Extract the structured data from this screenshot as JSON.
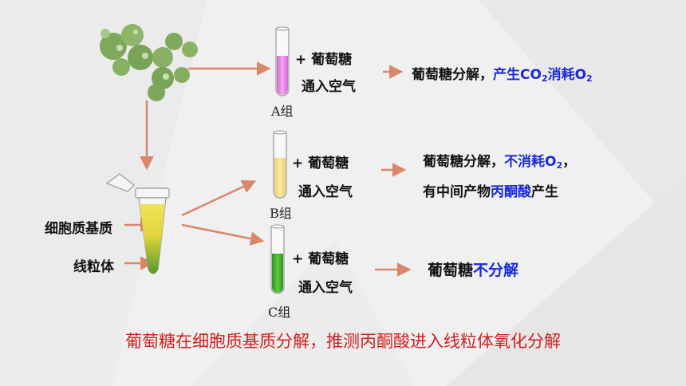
{
  "groupA": {
    "add": "+ 葡萄糖",
    "air": "通入空气",
    "label": "A组"
  },
  "groupB": {
    "add": "+ 葡萄糖",
    "air": "通入空气",
    "label": "B组"
  },
  "groupC": {
    "add": "+ 葡萄糖",
    "air": "通入空气",
    "label": "C组"
  },
  "resultA": {
    "black": "葡萄糖分解，",
    "blue_pre": "产生CO",
    "sub1": "2",
    "blue_mid": "消耗O",
    "sub2": "2"
  },
  "resultB": {
    "line1_black": "葡萄糖分解，",
    "line1_blue": "不消耗O",
    "line1_sub": "2",
    "line1_end": "，",
    "line2_black": "有中间产物",
    "line2_blue": "丙酮酸",
    "line2_end": "产生"
  },
  "resultC": {
    "black": "葡萄糖",
    "blue": "不分解"
  },
  "labels": {
    "cytoplasm": "细胞质基质",
    "mitochondria": "线粒体"
  },
  "caption": "葡萄糖在细胞质基质分解，推测丙酮酸进入线粒体氧化分解",
  "colors": {
    "arrow": "#d9866a",
    "tubeA": "#e58ae0",
    "tubeB": "#f6e08c",
    "tubeC": "#44b02f",
    "highlight": "#1a2bd6",
    "caption": "#d21e1e"
  }
}
